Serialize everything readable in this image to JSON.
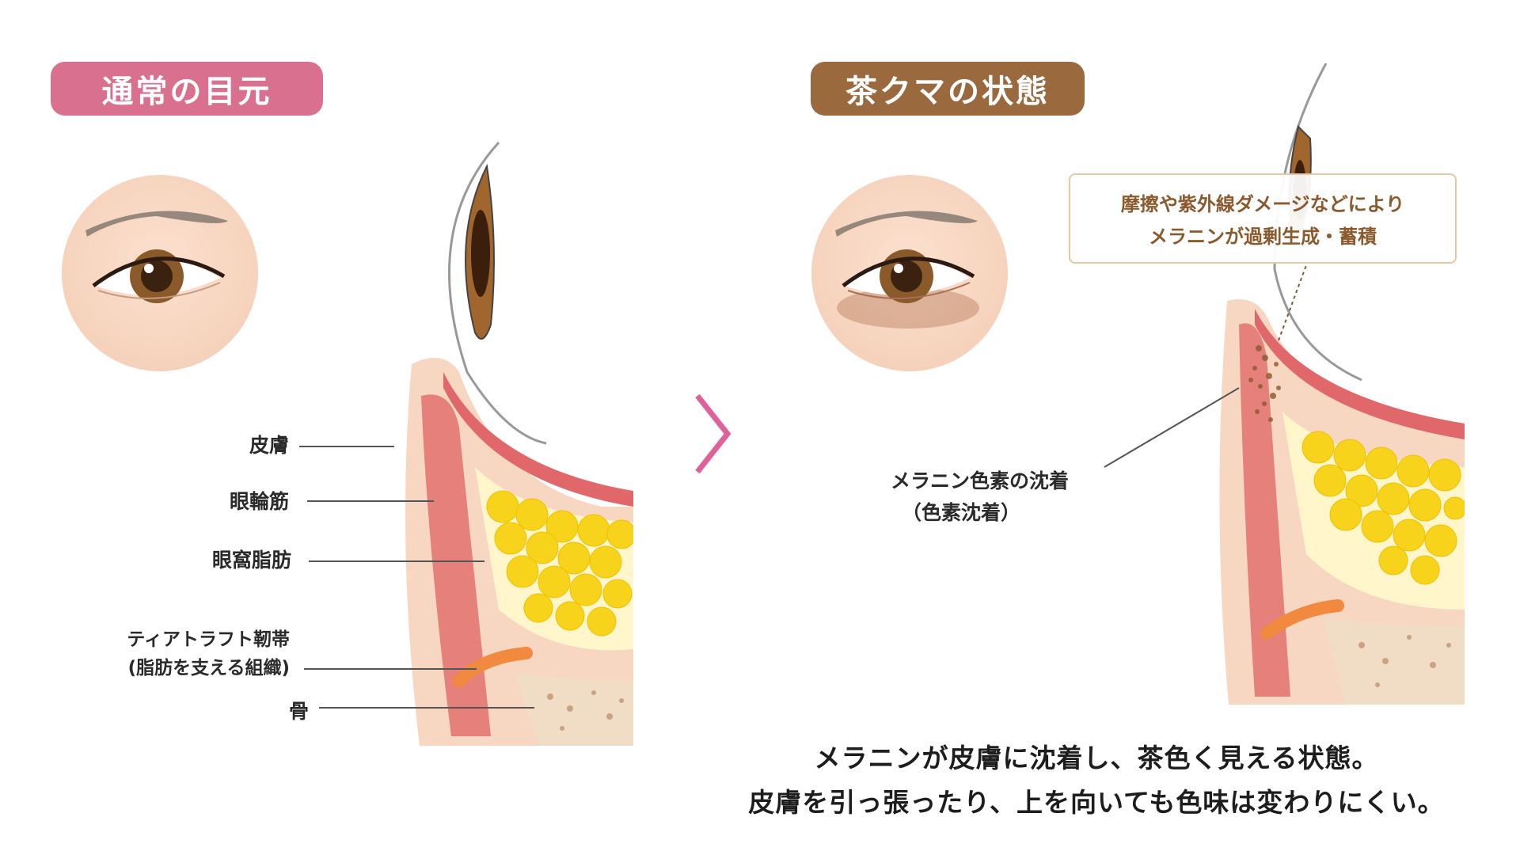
{
  "badges": {
    "normal": "通常の目元",
    "dark_circle": "茶クマの状態"
  },
  "normal_labels": {
    "skin": "皮膚",
    "orbicularis": "眼輪筋",
    "orbital_fat": "眼窩脂肪",
    "ligament_line1": "ティアトラフト靭帯",
    "ligament_line2": "(脂肪を支える組織)",
    "bone": "骨"
  },
  "callout": {
    "line1": "摩擦や紫外線ダメージなどにより",
    "line2": "メラニンが過剰生成・蓄積"
  },
  "deposit_label": {
    "line1": "メラニン色素の沈着",
    "line2": "（色素沈着）"
  },
  "caption": {
    "line1": "メラニンが皮膚に沈着し、茶色く見える状態。",
    "line2": "皮膚を引っ張ったり、上を向いても色味は変わりにくい。"
  },
  "colors": {
    "badge_pink": "#d9708f",
    "badge_brown": "#9a6a3e",
    "arrow_pink": "#e0609a",
    "callout_text": "#8a5a2e",
    "fat_yellow": "#f7d31b",
    "muscle_red": "#e5807a",
    "ligament_orange": "#f18a3e"
  },
  "icons": {
    "separator": "chevron-right-icon"
  }
}
